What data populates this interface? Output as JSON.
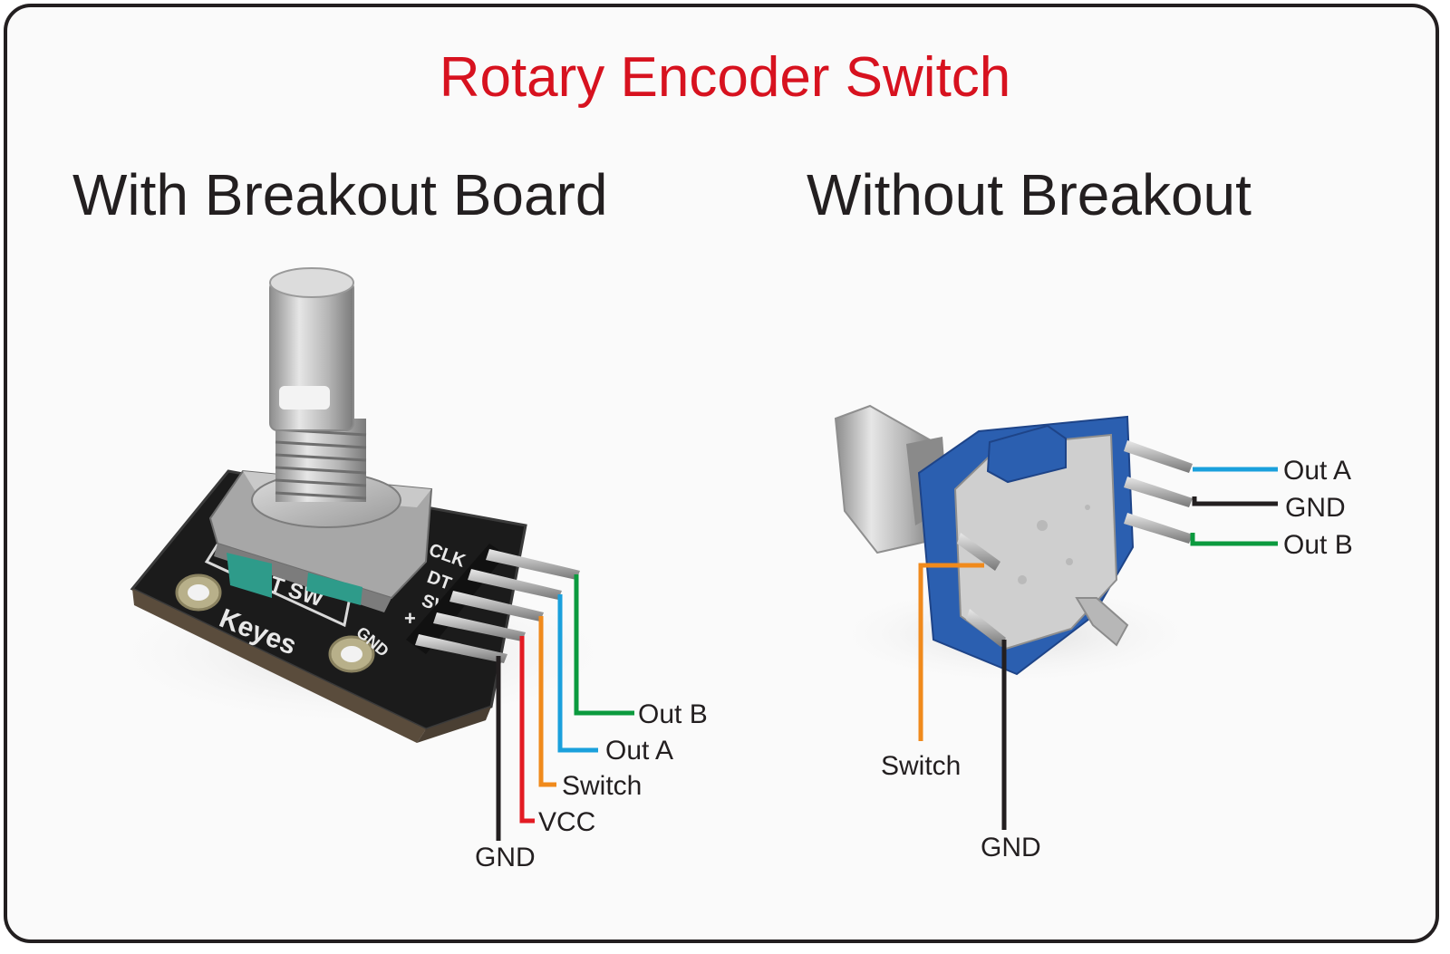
{
  "title": "Rotary Encoder Switch",
  "left_heading": "With Breakout Board",
  "right_heading": "Without Breakout",
  "board_silkscreen": {
    "brand": "Keyes",
    "part": "ROT SW",
    "pin_clk": "CLK",
    "pin_dt": "DT",
    "pin_sw": "SW",
    "pin_plus": "+",
    "pin_gnd": "GND"
  },
  "left_labels": {
    "out_b": "Out B",
    "out_a": "Out A",
    "switch": "Switch",
    "vcc": "VCC",
    "gnd": "GND"
  },
  "right_labels": {
    "out_a": "Out A",
    "gnd_side": "GND",
    "out_b": "Out B",
    "switch": "Switch",
    "gnd_bottom": "GND"
  },
  "colors": {
    "title": "#d7121f",
    "out_b_wire": "#0b9a3e",
    "out_a_wire": "#1aa0dc",
    "switch_wire": "#f08a1c",
    "vcc_wire": "#e31b23",
    "gnd_wire": "#231f20",
    "encoder_blue": "#2b5fb0",
    "pcb": "#1b1b1b"
  }
}
